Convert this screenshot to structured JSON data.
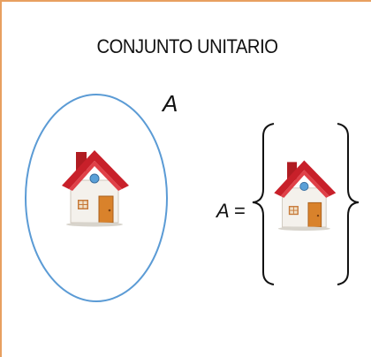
{
  "title": "CONJUNTO UNITARIO",
  "set_name": "A",
  "equation": {
    "lhs": "A",
    "operator": "="
  },
  "element": {
    "icon": "house-icon"
  },
  "colors": {
    "circle": "#5b9bd5",
    "frame": "#e8a060",
    "roof": "#c8202a",
    "wall": "#f4f1ec",
    "door": "#d9822b",
    "window": "#5aa0d8"
  }
}
